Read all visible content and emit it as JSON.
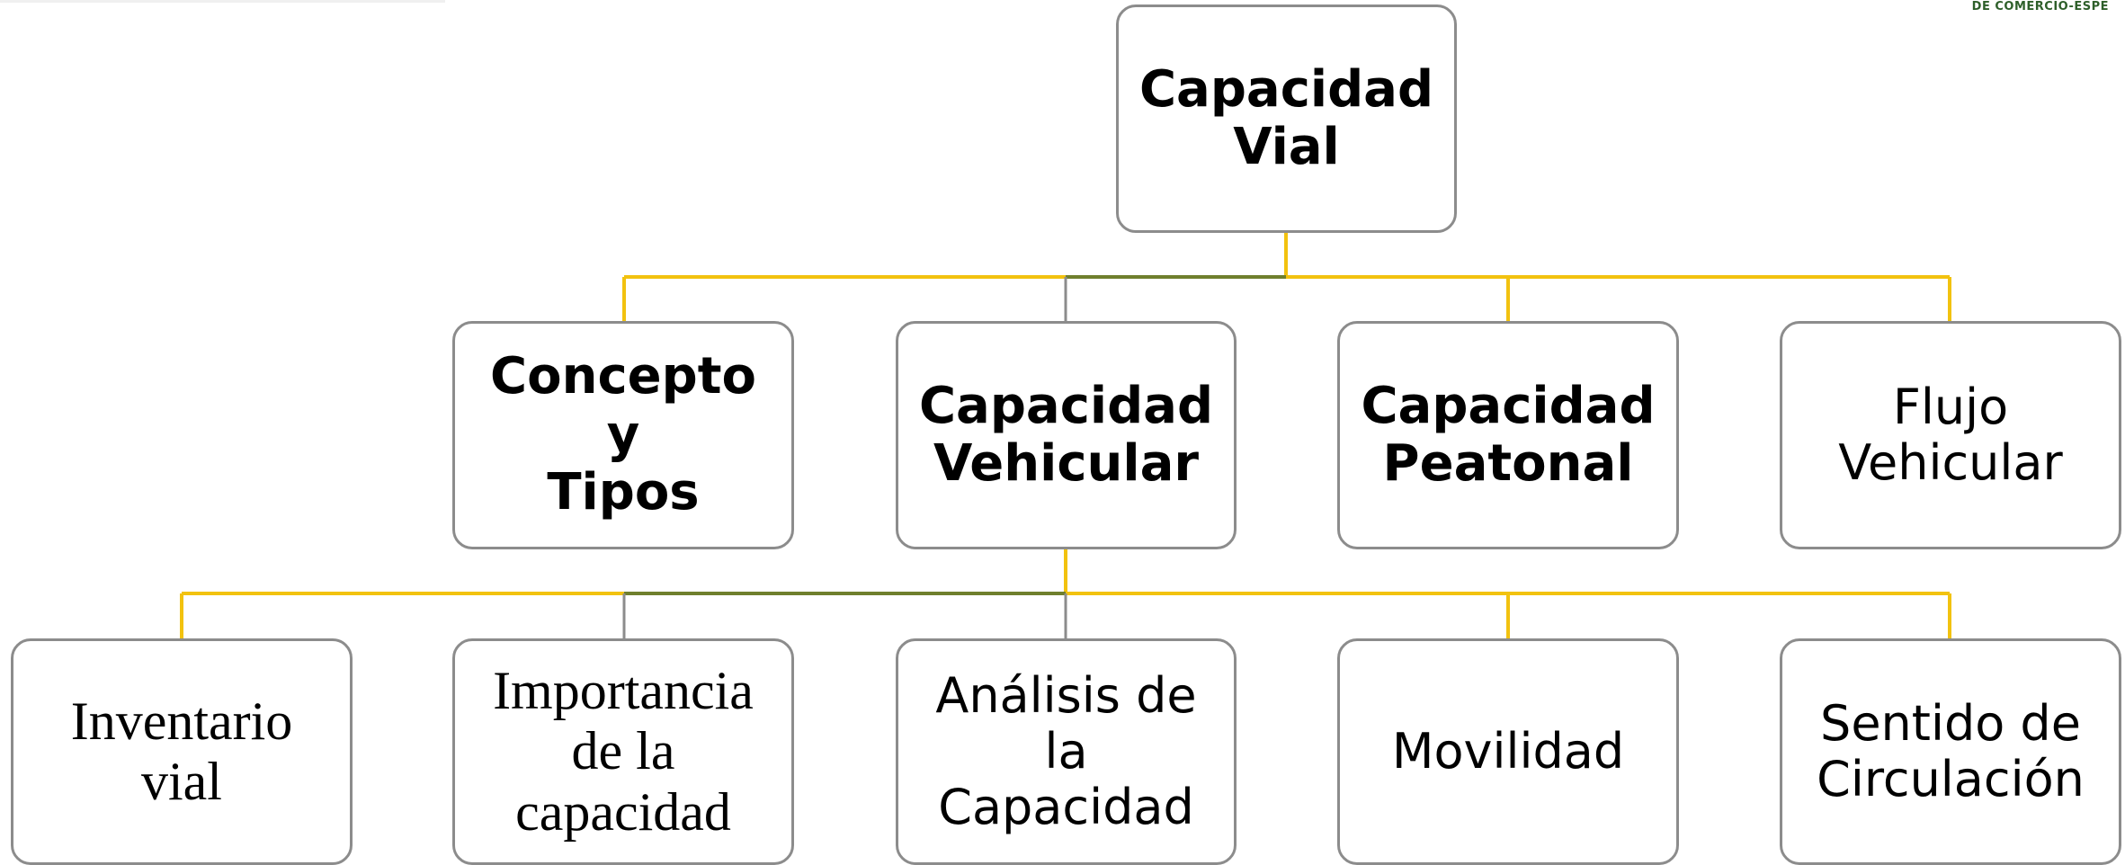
{
  "header": {
    "logo_text": "DE COMERCIO-ESPE"
  },
  "diagram": {
    "root": {
      "label": "Capacidad\nVial"
    },
    "level1": [
      {
        "label": "Concepto y\nTipos"
      },
      {
        "label": "Capacidad\nVehicular"
      },
      {
        "label": "Capacidad\nPeatonal"
      },
      {
        "label": "Flujo\nVehicular"
      }
    ],
    "level2": [
      {
        "label": "Inventario\nvial"
      },
      {
        "label": "Importancia\nde la\ncapacidad"
      },
      {
        "label": "Análisis de\nla\nCapacidad"
      },
      {
        "label": "Movilidad"
      },
      {
        "label": "Sentido de\nCirculación"
      }
    ]
  },
  "colors": {
    "connector_primary": "#f2c20f",
    "connector_secondary": "#8c8c8c",
    "connector_dark": "#6f7f2d",
    "node_border": "#8c8c8c",
    "logo": "#2e5f2a"
  }
}
